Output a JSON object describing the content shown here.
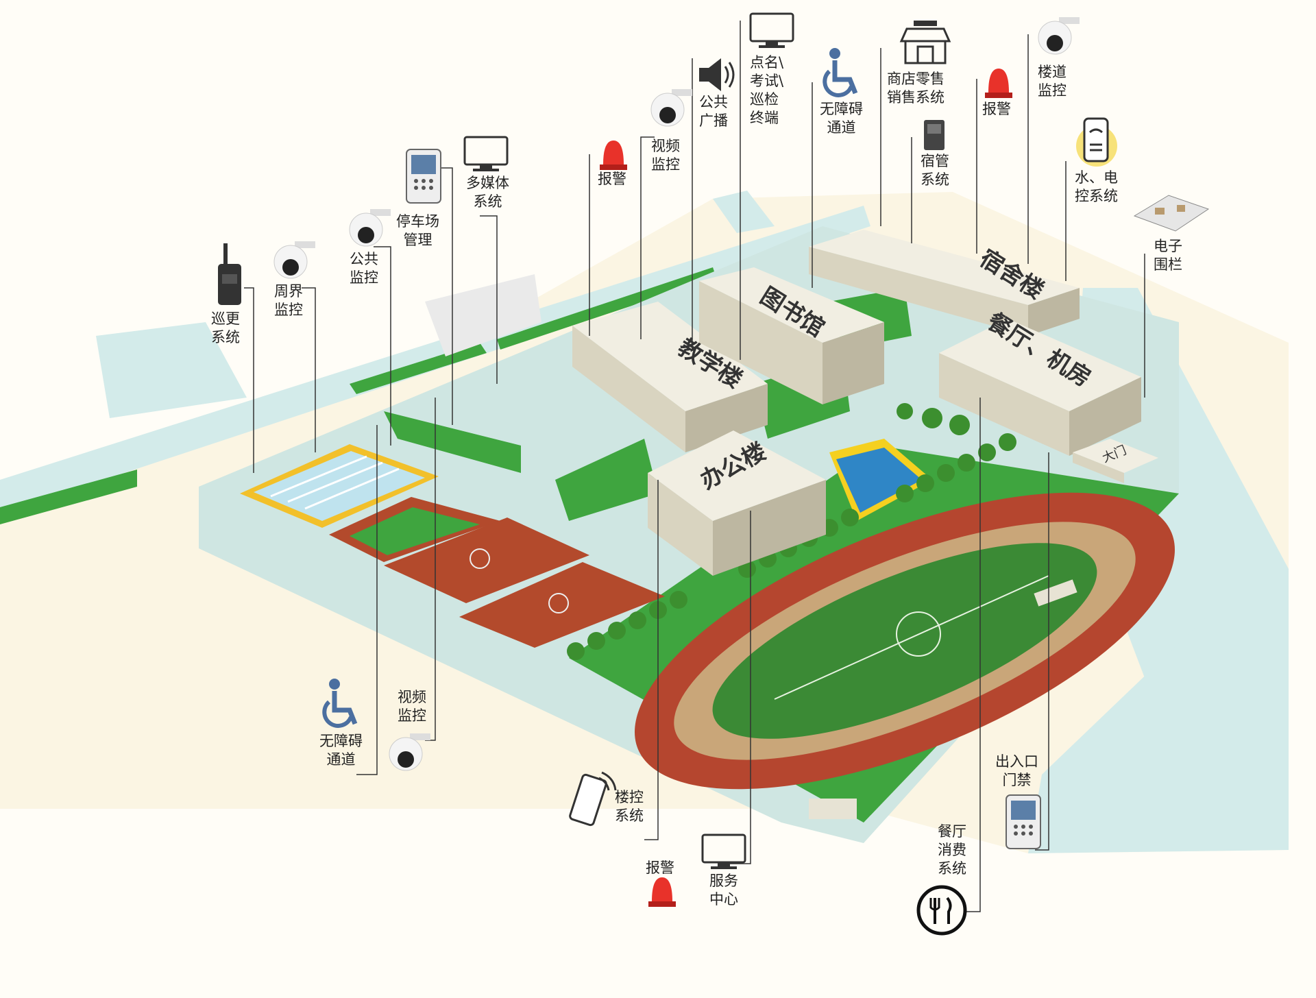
{
  "buildings": {
    "teaching": "教学楼",
    "library": "图书馆",
    "dorm": "宿舍楼",
    "canteen": "餐厅、机房",
    "office": "办公楼",
    "gate": "大门"
  },
  "callouts": {
    "patrol": "巡更\n系统",
    "perimeter_cam": "周界\n监控",
    "public_cam": "公共\n监控",
    "parking": "停车场\n管理",
    "multimedia": "多媒体\n系统",
    "alarm_top": "报警",
    "video_cam_top": "视频\n监控",
    "broadcast": "公共\n广播",
    "rollcall": "点名\\\n考试\\\n巡检\n终端",
    "accessible_top": "无障碍\n通道",
    "shop": "商店零售\n销售系统",
    "dorm_mgmt": "宿管\n系统",
    "alarm_right": "报警",
    "stair_cam": "楼道\n监控",
    "utility": "水、电\n控系统",
    "fence": "电子\n围栏",
    "accessible_bottom": "无障碍\n通道",
    "video_cam_bottom": "视频\n监控",
    "building_ctrl": "楼控\n系统",
    "alarm_bottom": "报警",
    "service_center": "服务\n中心",
    "canteen_pay": "餐厅\n消费\n系统",
    "entry_access": "出入口\n门禁"
  },
  "colors": {
    "road": "#d3ebea",
    "grass": "#3fa53f",
    "track": "#b5462f",
    "court": "#b34a2c",
    "building": "#e7e3d4",
    "alarm_red": "#e8322a",
    "pool": "#bfe3ee",
    "line": "#333333"
  }
}
